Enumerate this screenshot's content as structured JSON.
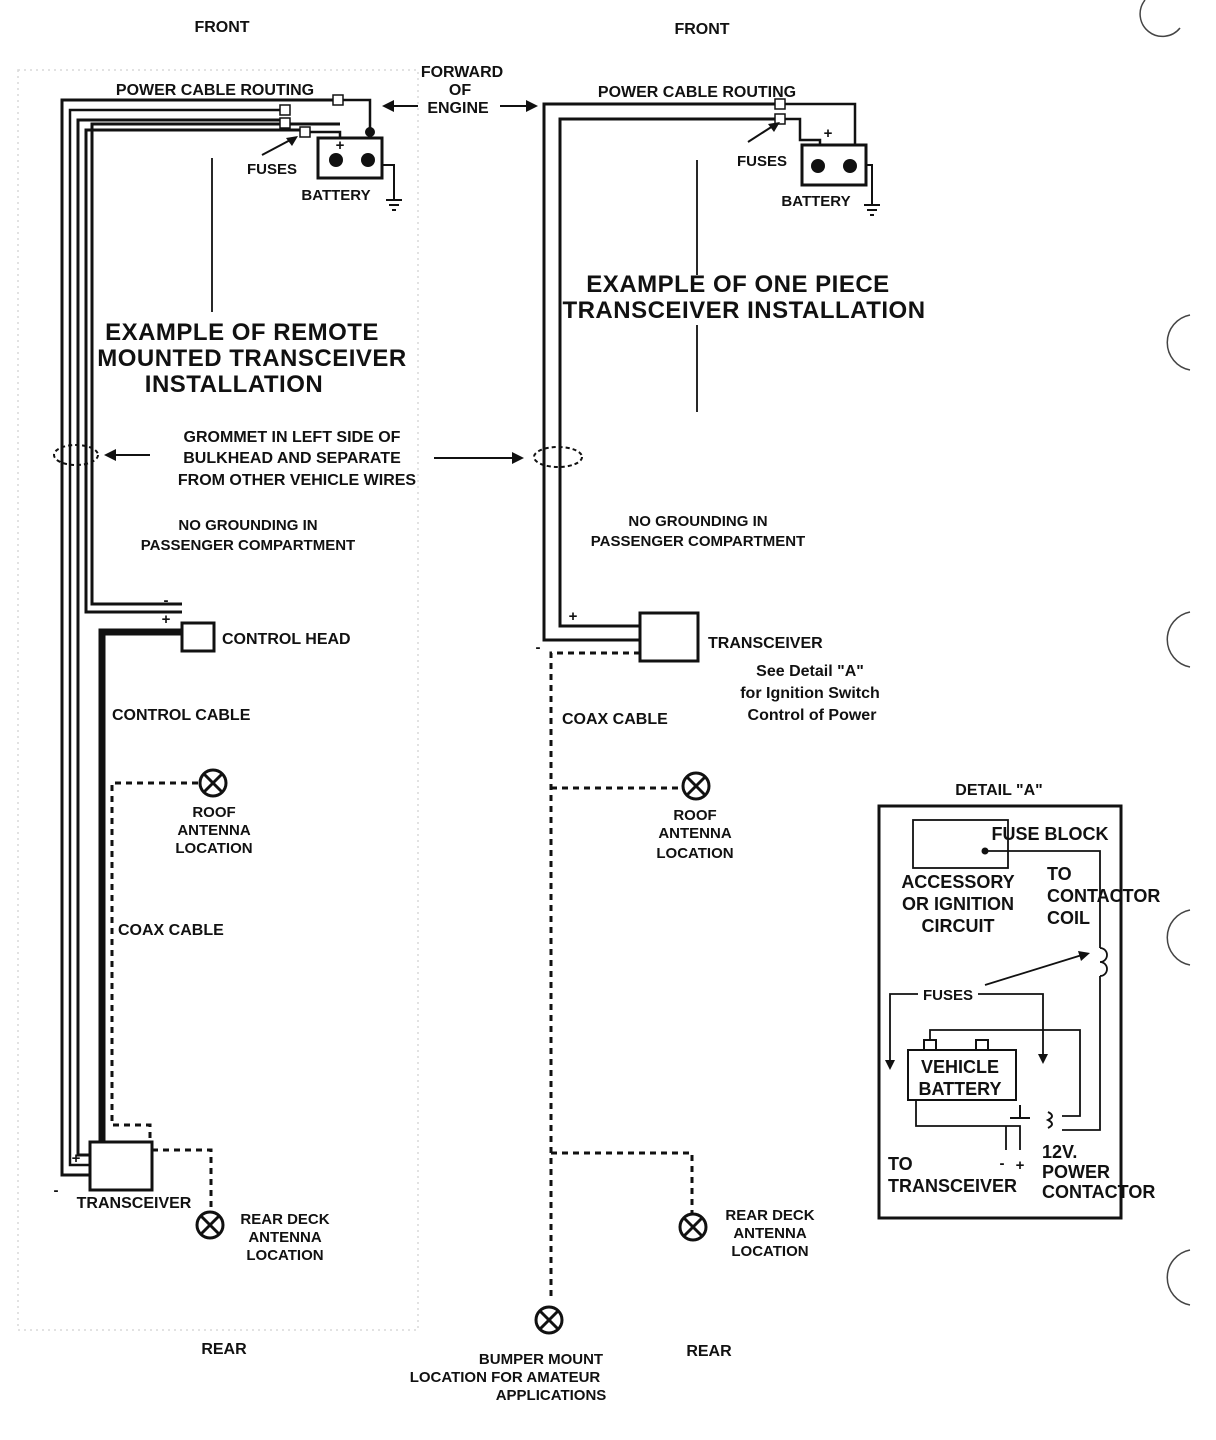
{
  "left": {
    "front": "FRONT",
    "rear": "REAR",
    "power_cable_routing": "POWER CABLE ROUTING",
    "fuses": "FUSES",
    "battery": "BATTERY",
    "title": [
      "EXAMPLE OF REMOTE",
      "MOUNTED TRANSCEIVER",
      "INSTALLATION"
    ],
    "no_grounding": [
      "NO GROUNDING IN",
      "PASSENGER COMPARTMENT"
    ],
    "control_head": "CONTROL HEAD",
    "control_cable": "CONTROL CABLE",
    "coax_cable": "COAX CABLE",
    "roof_antenna": [
      "ROOF",
      "ANTENNA",
      "LOCATION"
    ],
    "transceiver": "TRANSCEIVER",
    "rear_deck_antenna": [
      "REAR DECK",
      "ANTENNA",
      "LOCATION"
    ]
  },
  "center": {
    "forward_of_engine": [
      "FORWARD",
      "OF",
      "ENGINE"
    ],
    "grommet": [
      "GROMMET IN LEFT SIDE OF",
      "BULKHEAD AND SEPARATE",
      "FROM OTHER VEHICLE WIRES"
    ],
    "bumper_mount": [
      "BUMPER MOUNT",
      "LOCATION FOR AMATEUR",
      "APPLICATIONS"
    ]
  },
  "right": {
    "front": "FRONT",
    "rear": "REAR",
    "power_cable_routing": "POWER CABLE ROUTING",
    "fuses": "FUSES",
    "battery": "BATTERY",
    "title": [
      "EXAMPLE OF ONE PIECE",
      "TRANSCEIVER INSTALLATION"
    ],
    "no_grounding": [
      "NO GROUNDING IN",
      "PASSENGER COMPARTMENT"
    ],
    "transceiver": "TRANSCEIVER",
    "see_detail": [
      "See Detail \"A\"",
      "for Ignition Switch",
      "Control of Power"
    ],
    "coax_cable": "COAX CABLE",
    "roof_antenna": [
      "ROOF",
      "ANTENNA",
      "LOCATION"
    ],
    "rear_deck_antenna": [
      "REAR DECK",
      "ANTENNA",
      "LOCATION"
    ]
  },
  "detail": {
    "title": "DETAIL \"A\"",
    "fuse_block": "FUSE BLOCK",
    "accessory": [
      "ACCESSORY",
      "OR IGNITION",
      "CIRCUIT"
    ],
    "to_contactor": [
      "TO",
      "CONTACTOR",
      "COIL"
    ],
    "fuses": "FUSES",
    "vehicle_battery": [
      "VEHICLE",
      "BATTERY"
    ],
    "to_transceiver": [
      "TO",
      "TRANSCEIVER"
    ],
    "power_contactor": [
      "12V.",
      "POWER",
      "CONTACTOR"
    ]
  },
  "polarity": {
    "plus": "+",
    "minus": "-"
  }
}
